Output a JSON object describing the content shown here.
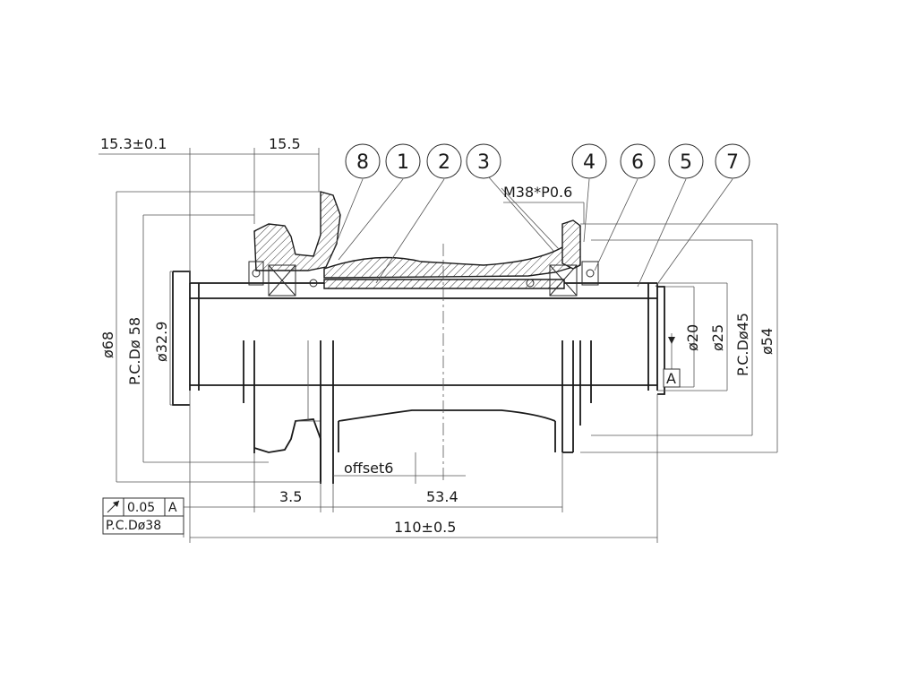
{
  "top_dims": {
    "d1": "15.3±0.1",
    "d2": "15.5"
  },
  "thread": "M38*P0.6",
  "balloons": [
    "8",
    "1",
    "2",
    "3",
    "4",
    "6",
    "5",
    "7"
  ],
  "left_dims": {
    "dia68": "ø68",
    "pcd58": "P.C.Dø 58",
    "dia329": "ø32.9"
  },
  "right_dims": {
    "dia20": "ø20",
    "dia25": "ø25",
    "pcd45": "P.C.Dø45",
    "dia54": "ø54"
  },
  "datum": "A",
  "offset": "offset6",
  "bottom_dims": {
    "d35": "3.5",
    "d534": "53.4",
    "overall": "110±0.5"
  },
  "tolerance": {
    "value": "0.05",
    "ref": "A",
    "pcd": "P.C.Dø38"
  }
}
